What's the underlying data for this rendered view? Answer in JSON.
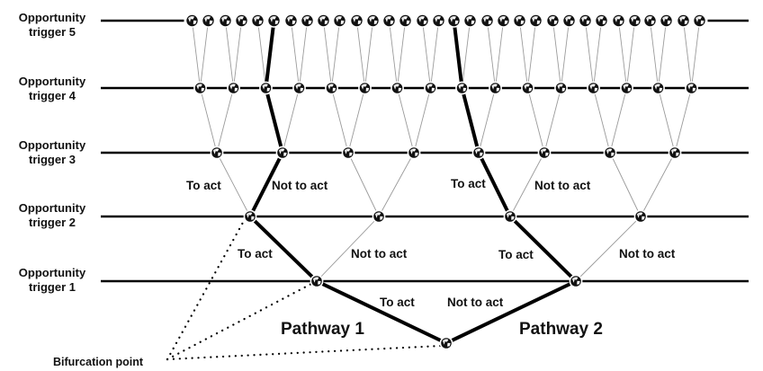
{
  "diagram": {
    "levels": [
      {
        "line1": "Opportunity",
        "line2": "trigger 5",
        "nodes": 32
      },
      {
        "line1": "Opportunity",
        "line2": "trigger 4",
        "nodes": 16
      },
      {
        "line1": "Opportunity",
        "line2": "trigger 3",
        "nodes": 8
      },
      {
        "line1": "Opportunity",
        "line2": "trigger 2",
        "nodes": 4
      },
      {
        "line1": "Opportunity",
        "line2": "trigger 1",
        "nodes": 2
      }
    ],
    "branch_labels": {
      "l3_left_act": "To act",
      "l3_left_not": "Not to act",
      "l3_right_act": "To act",
      "l3_right_not": "Not to act",
      "l2_left_act": "To act",
      "l2_left_not": "Not to act",
      "l2_right_act": "To act",
      "l2_right_not": "Not to act",
      "root_act": "To act",
      "root_not": "Not to act"
    },
    "pathway_1": "Pathway 1",
    "pathway_2": "Pathway 2",
    "bifurcation_label": "Bifurcation point",
    "node_icon": "globe-icon",
    "highlighted_paths": [
      {
        "name": "pathway-1",
        "node_indices_by_level": {
          "L1": 0,
          "L2": 0,
          "L3": 1,
          "L4": 2,
          "L5": 5
        }
      },
      {
        "name": "pathway-2",
        "node_indices_by_level": {
          "L1": 1,
          "L2": 2,
          "L3": 4,
          "L4": 8,
          "L5": 16
        }
      }
    ],
    "bifurcation_targets": [
      "root",
      "L1-node-0",
      "L2-node-0"
    ],
    "colors": {
      "line": "#000000",
      "thin_branch": "#9a9a9a",
      "node": "#111111",
      "text": "#111111"
    }
  }
}
